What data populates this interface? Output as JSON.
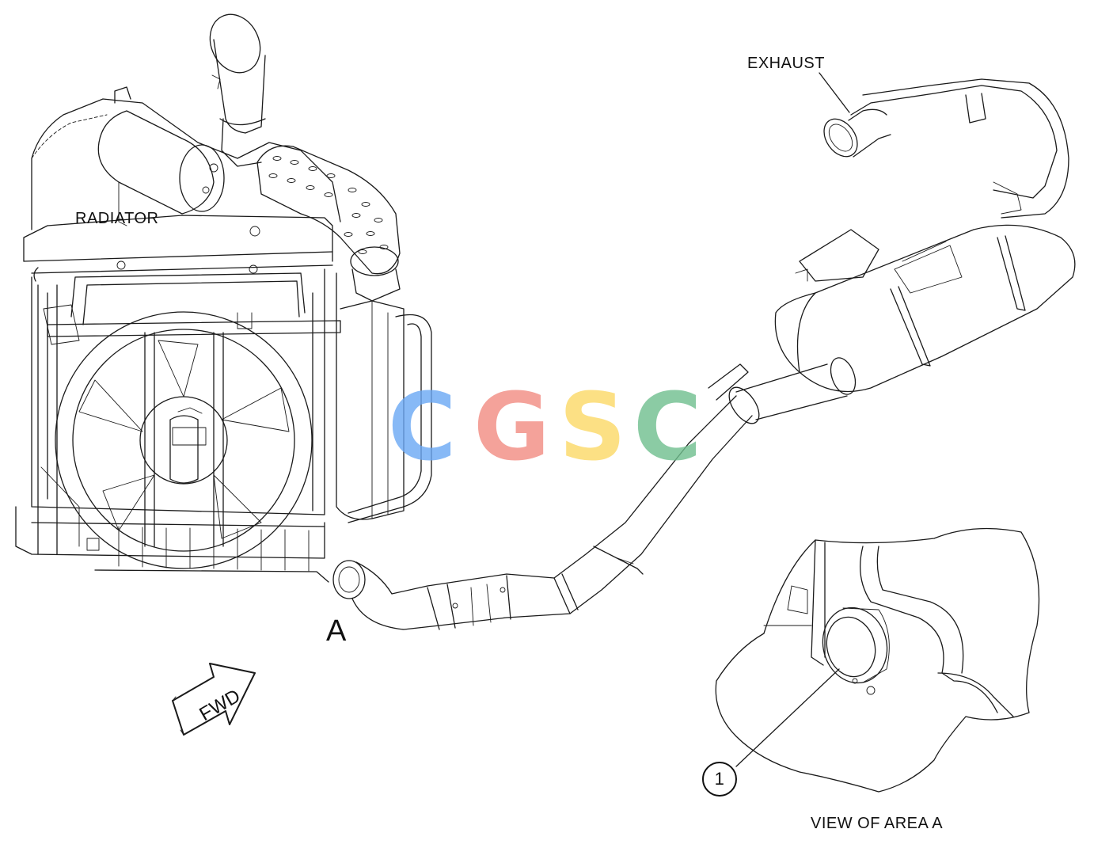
{
  "labels": {
    "exhaust": "EXHAUST",
    "radiator": "RADIATOR",
    "area": "A",
    "direction": "FWD",
    "view": "VIEW OF AREA A",
    "callout": "1"
  },
  "watermark": {
    "text": "CGSC",
    "colors": [
      "#6aa8f5",
      "#f28b82",
      "#fcd966",
      "#6fbf8e"
    ]
  },
  "colors": {
    "line": "#1a1a1a",
    "background": "#ffffff"
  }
}
